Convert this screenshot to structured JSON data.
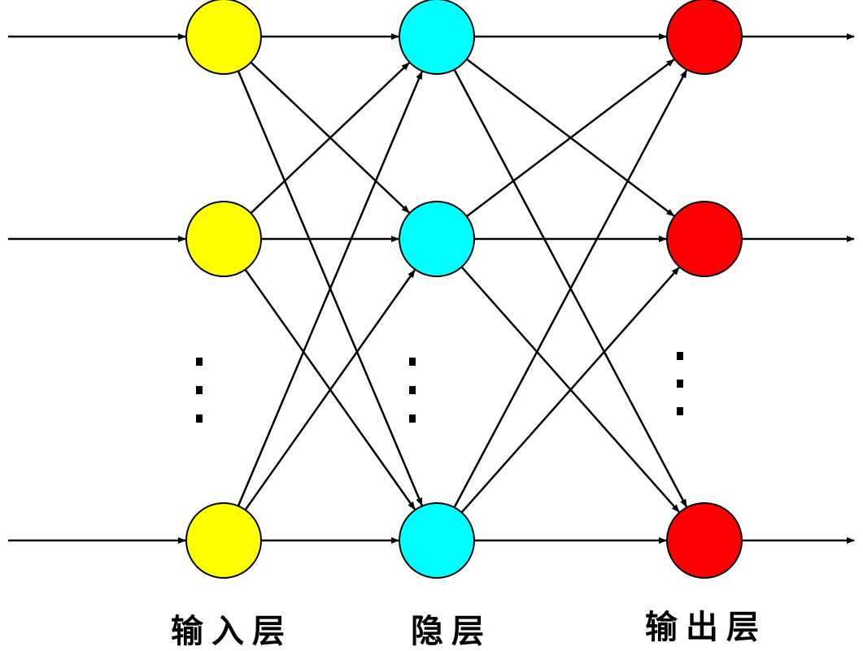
{
  "diagram": {
    "type": "neural-network",
    "layers": [
      {
        "id": "input",
        "label": "输入层",
        "color": "#ffff00",
        "nodes": 3
      },
      {
        "id": "hidden",
        "label": "隐层",
        "color": "#00ffff",
        "nodes": 3
      },
      {
        "id": "output",
        "label": "输出层",
        "color": "#ff0000",
        "nodes": 3
      }
    ],
    "ellipsis": "⋮",
    "connections": "fully-connected",
    "input_arrows": true,
    "output_arrows": true
  }
}
